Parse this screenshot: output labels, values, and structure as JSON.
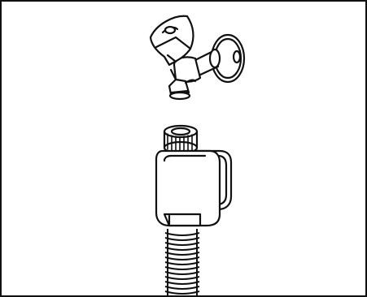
{
  "figure": {
    "caption": "",
    "parts": [
      {
        "id": "tap",
        "icon": "water-tap-icon"
      },
      {
        "id": "hose-connector",
        "icon": "aquastop-valve-icon"
      },
      {
        "id": "hose",
        "icon": "corrugated-hose-icon"
      }
    ]
  },
  "colors": {
    "stroke": "#111111",
    "fill": "#ffffff",
    "shade": "#d9d9d9"
  }
}
